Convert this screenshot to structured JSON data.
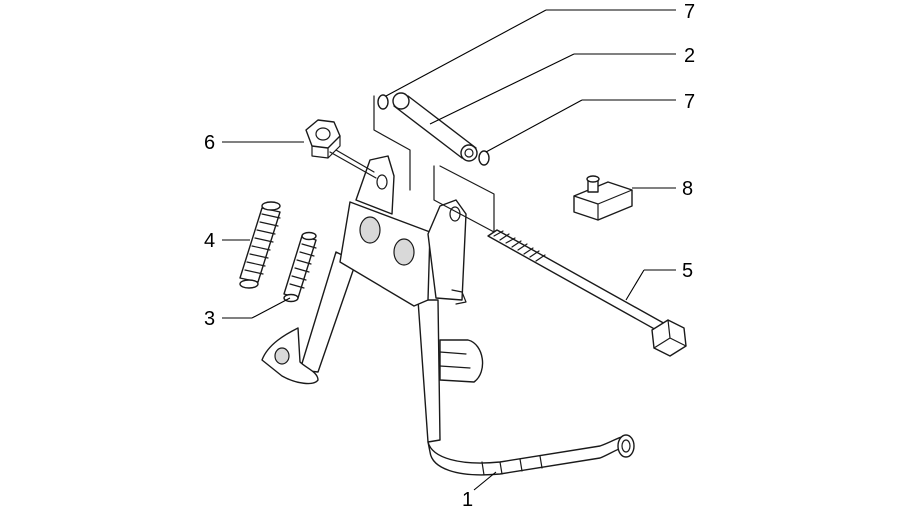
{
  "callouts": {
    "c1": "1",
    "c2": "2",
    "c3": "3",
    "c4": "4",
    "c5": "5",
    "c6": "6",
    "c7a": "7",
    "c7b": "7",
    "c8": "8"
  },
  "colors": {
    "line": "#1a1a1a",
    "background": "#ffffff"
  }
}
